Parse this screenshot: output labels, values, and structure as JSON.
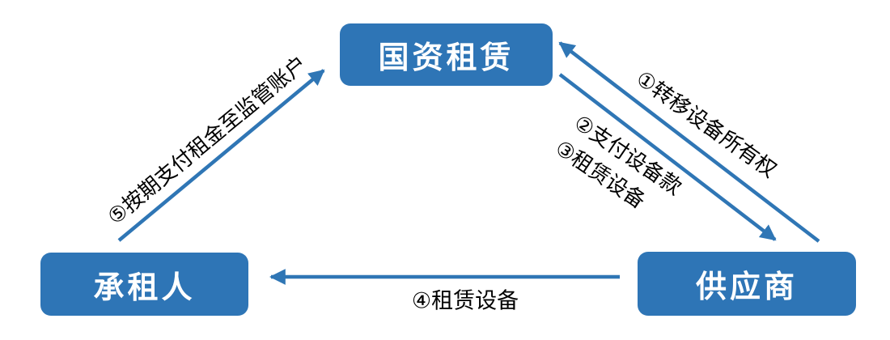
{
  "nodes": {
    "lessor": "国资租赁",
    "lessee": "承租人",
    "supplier": "供应商"
  },
  "edges": [
    {
      "id": "transfer-ownership",
      "from": "supplier",
      "to": "lessor",
      "label": "①转移设备所有权"
    },
    {
      "id": "pay-and-lease",
      "from": "lessor",
      "to": "supplier",
      "labels": [
        "②支付设备款",
        "③租赁设备"
      ]
    },
    {
      "id": "deliver-equipment",
      "from": "supplier",
      "to": "lessee",
      "label": "④租赁设备"
    },
    {
      "id": "pay-rent",
      "from": "lessee",
      "to": "lessor",
      "label": "⑤按期支付租金至监管账户"
    }
  ],
  "colors": {
    "node_fill": "#2E75B6",
    "node_text": "#FFFFFF",
    "arrow": "#2F76B5",
    "label_text": "#000000",
    "background": "#FFFFFF"
  }
}
